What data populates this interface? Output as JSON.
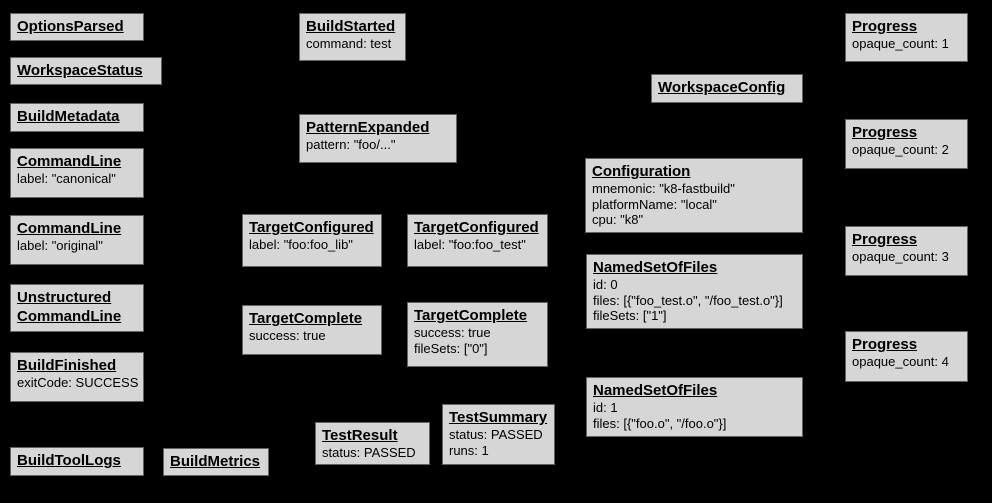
{
  "page": {
    "background_color": "#000000",
    "node_fill_color": "#d6d6d6",
    "node_border_color": "#636363",
    "node_text_color": "#000000"
  },
  "diagram": {
    "nodes": [
      {
        "id": "options-parsed",
        "title_lines": [
          "OptionsParsed"
        ],
        "fields": []
      },
      {
        "id": "workspace-status",
        "title_lines": [
          "WorkspaceStatus"
        ],
        "fields": []
      },
      {
        "id": "build-metadata",
        "title_lines": [
          "BuildMetadata"
        ],
        "fields": []
      },
      {
        "id": "command-line-canonical",
        "title_lines": [
          "CommandLine"
        ],
        "fields": [
          "label: \"canonical\""
        ]
      },
      {
        "id": "command-line-original",
        "title_lines": [
          "CommandLine"
        ],
        "fields": [
          "label: \"original\""
        ]
      },
      {
        "id": "unstructured-command-line",
        "title_lines": [
          "Unstructured",
          "CommandLine"
        ],
        "fields": []
      },
      {
        "id": "build-finished",
        "title_lines": [
          "BuildFinished"
        ],
        "fields": [
          "exitCode: SUCCESS"
        ]
      },
      {
        "id": "build-tool-logs",
        "title_lines": [
          "BuildToolLogs"
        ],
        "fields": []
      },
      {
        "id": "build-metrics",
        "title_lines": [
          "BuildMetrics"
        ],
        "fields": []
      },
      {
        "id": "build-started",
        "title_lines": [
          "BuildStarted"
        ],
        "fields": [
          "command: test"
        ]
      },
      {
        "id": "pattern-expanded",
        "title_lines": [
          "PatternExpanded"
        ],
        "fields": [
          "pattern: \"foo/...\""
        ]
      },
      {
        "id": "target-configured-foo-lib",
        "title_lines": [
          "TargetConfigured"
        ],
        "fields": [
          "label: \"foo:foo_lib\""
        ]
      },
      {
        "id": "target-configured-foo-test",
        "title_lines": [
          "TargetConfigured"
        ],
        "fields": [
          "label: \"foo:foo_test\""
        ]
      },
      {
        "id": "target-complete-foo-lib",
        "title_lines": [
          "TargetComplete"
        ],
        "fields": [
          "success: true"
        ]
      },
      {
        "id": "target-complete-foo-test",
        "title_lines": [
          "TargetComplete"
        ],
        "fields": [
          "success: true",
          "fileSets: [\"0\"]"
        ]
      },
      {
        "id": "test-result",
        "title_lines": [
          "TestResult"
        ],
        "fields": [
          "status: PASSED"
        ]
      },
      {
        "id": "test-summary",
        "title_lines": [
          "TestSummary"
        ],
        "fields": [
          "status: PASSED",
          "runs: 1"
        ]
      },
      {
        "id": "workspace-config",
        "title_lines": [
          "WorkspaceConfig"
        ],
        "fields": []
      },
      {
        "id": "configuration",
        "title_lines": [
          "Configuration"
        ],
        "fields": [
          "mnemonic: \"k8-fastbuild\"",
          "platformName: \"local\"",
          "cpu: \"k8\""
        ]
      },
      {
        "id": "named-set-of-files-0",
        "title_lines": [
          "NamedSetOfFiles"
        ],
        "fields": [
          "id: 0",
          "files: [{\"foo_test.o\", \"/foo_test.o\"}]",
          "fileSets: [\"1\"]"
        ]
      },
      {
        "id": "named-set-of-files-1",
        "title_lines": [
          "NamedSetOfFiles"
        ],
        "fields": [
          "id: 1",
          "files: [{\"foo.o\", \"/foo.o\"}]"
        ]
      },
      {
        "id": "progress-1",
        "title_lines": [
          "Progress"
        ],
        "fields": [
          "opaque_count: 1"
        ]
      },
      {
        "id": "progress-2",
        "title_lines": [
          "Progress"
        ],
        "fields": [
          "opaque_count: 2"
        ]
      },
      {
        "id": "progress-3",
        "title_lines": [
          "Progress"
        ],
        "fields": [
          "opaque_count: 3"
        ]
      },
      {
        "id": "progress-4",
        "title_lines": [
          "Progress"
        ],
        "fields": [
          "opaque_count: 4"
        ]
      }
    ]
  }
}
